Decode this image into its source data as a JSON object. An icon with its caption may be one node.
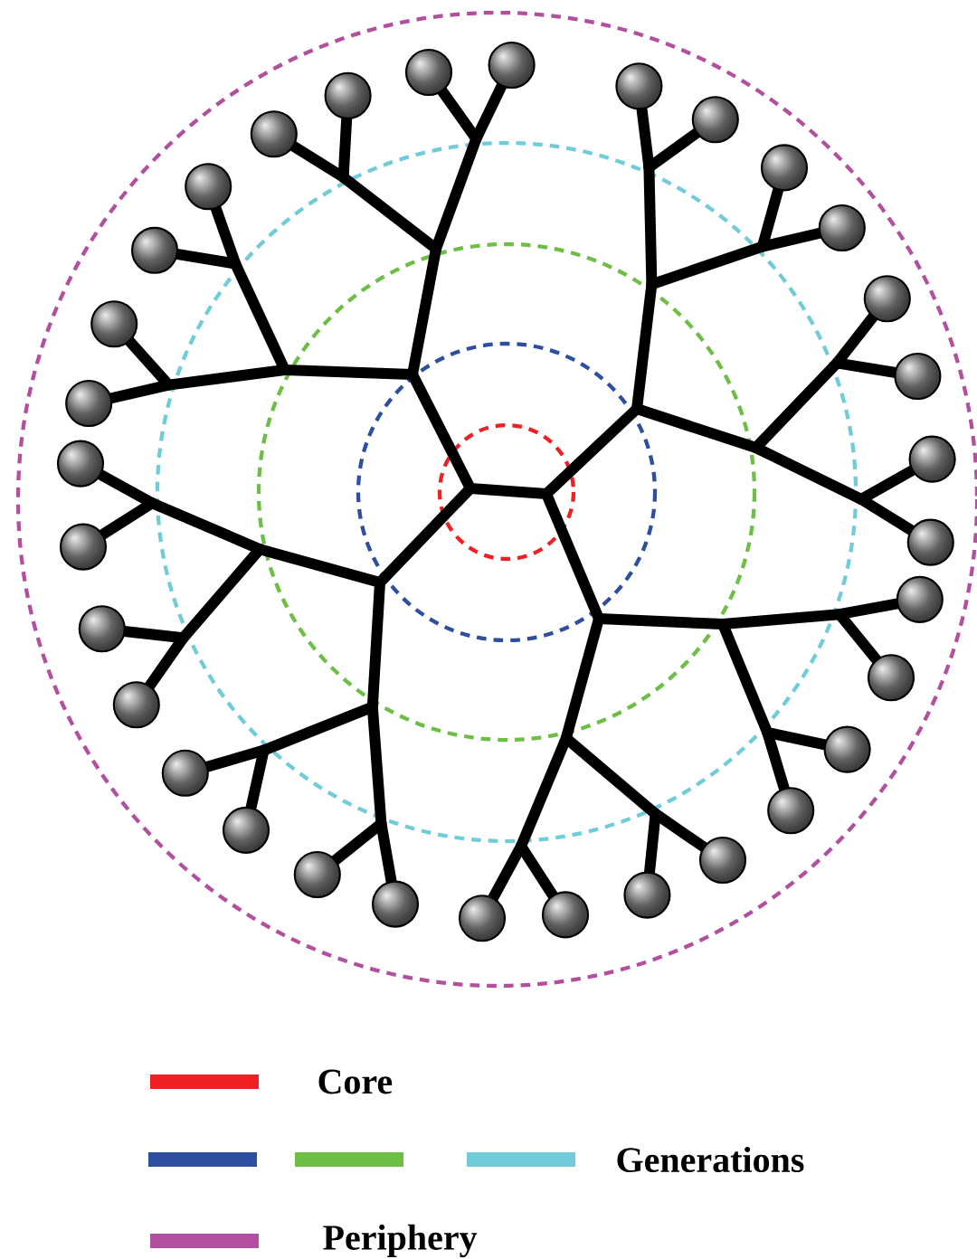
{
  "diagram": {
    "legend": [
      {
        "text": "Core",
        "color": "#ee2024"
      },
      {
        "text": "Generations",
        "color": "#70ccd8"
      },
      {
        "text": "Periphery",
        "color": "#b24f9f"
      }
    ]
  }
}
